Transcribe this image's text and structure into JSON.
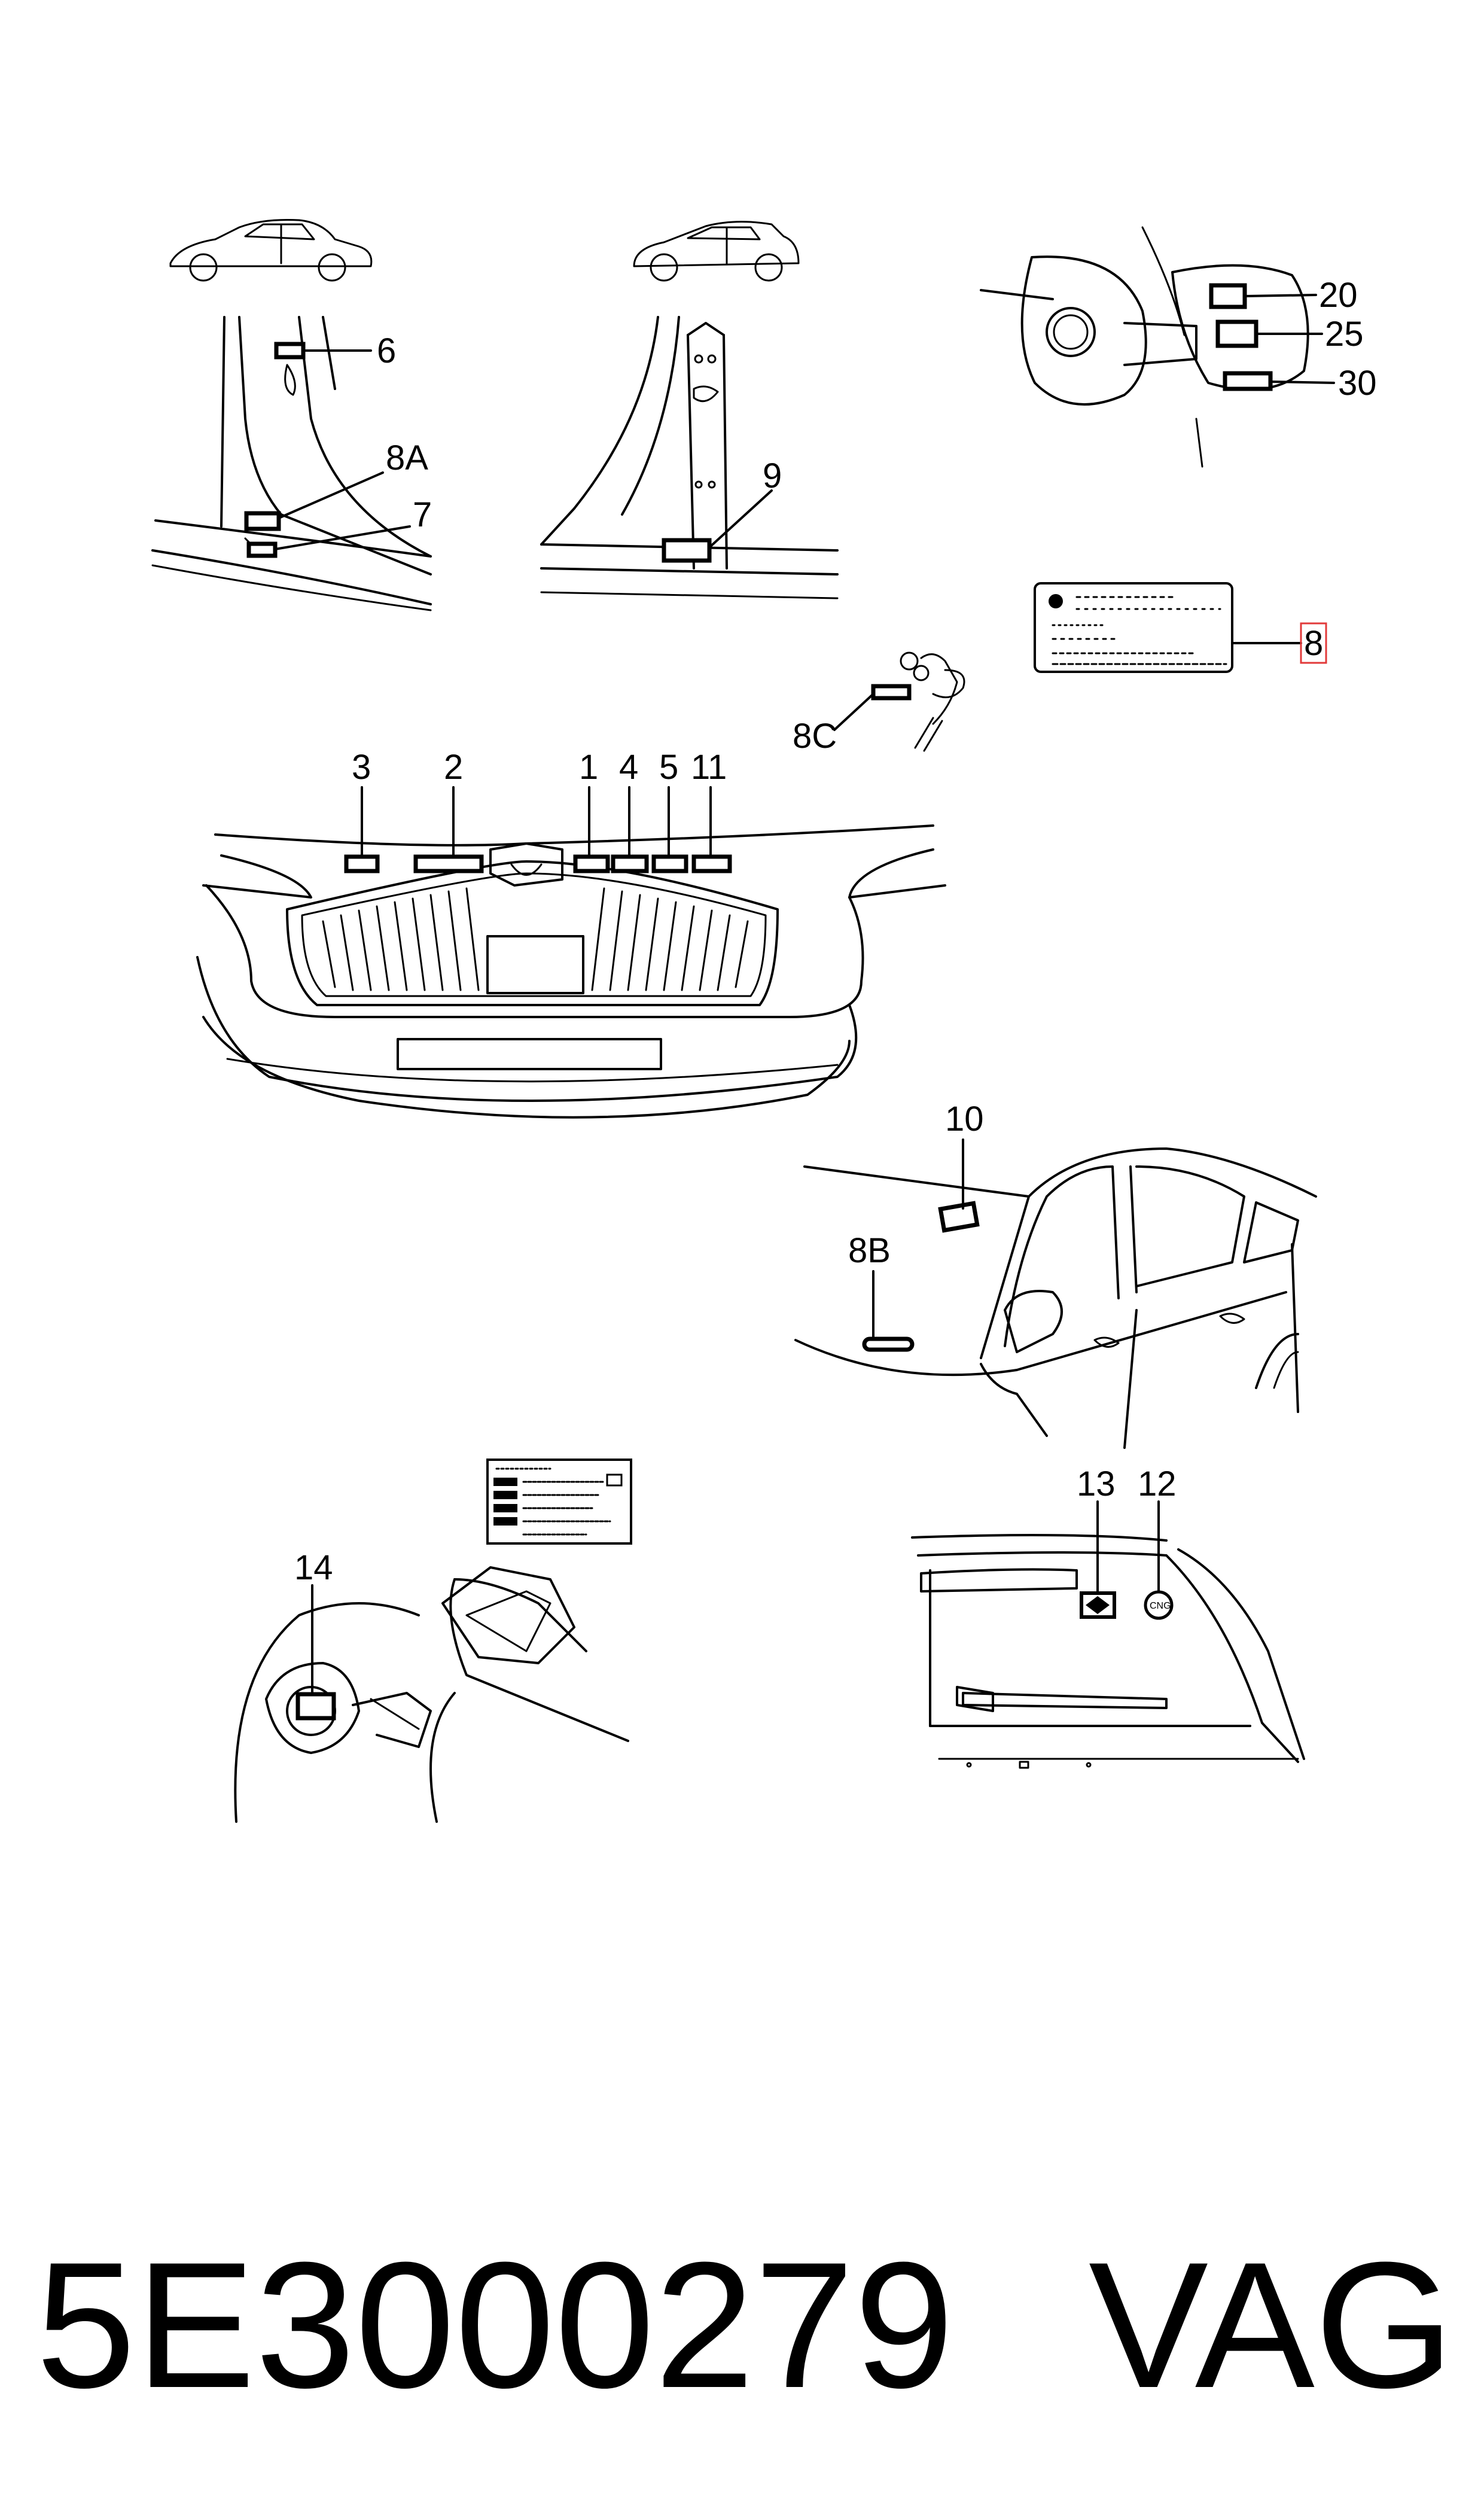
{
  "callouts": {
    "c6": "6",
    "c8A": "8A",
    "c7": "7",
    "c9": "9",
    "c20": "20",
    "c25": "25",
    "c30": "30",
    "c8": "8",
    "c8C": "8C",
    "c3": "3",
    "c2": "2",
    "c1": "1",
    "c4": "4",
    "c5": "5",
    "c11": "11",
    "c10": "10",
    "c8B": "8B",
    "c13": "13",
    "c12": "12",
    "c14": "14"
  },
  "badges": {
    "cng": "CNG"
  },
  "footer": {
    "part_number": "5E3000279",
    "brand": "VAG"
  }
}
